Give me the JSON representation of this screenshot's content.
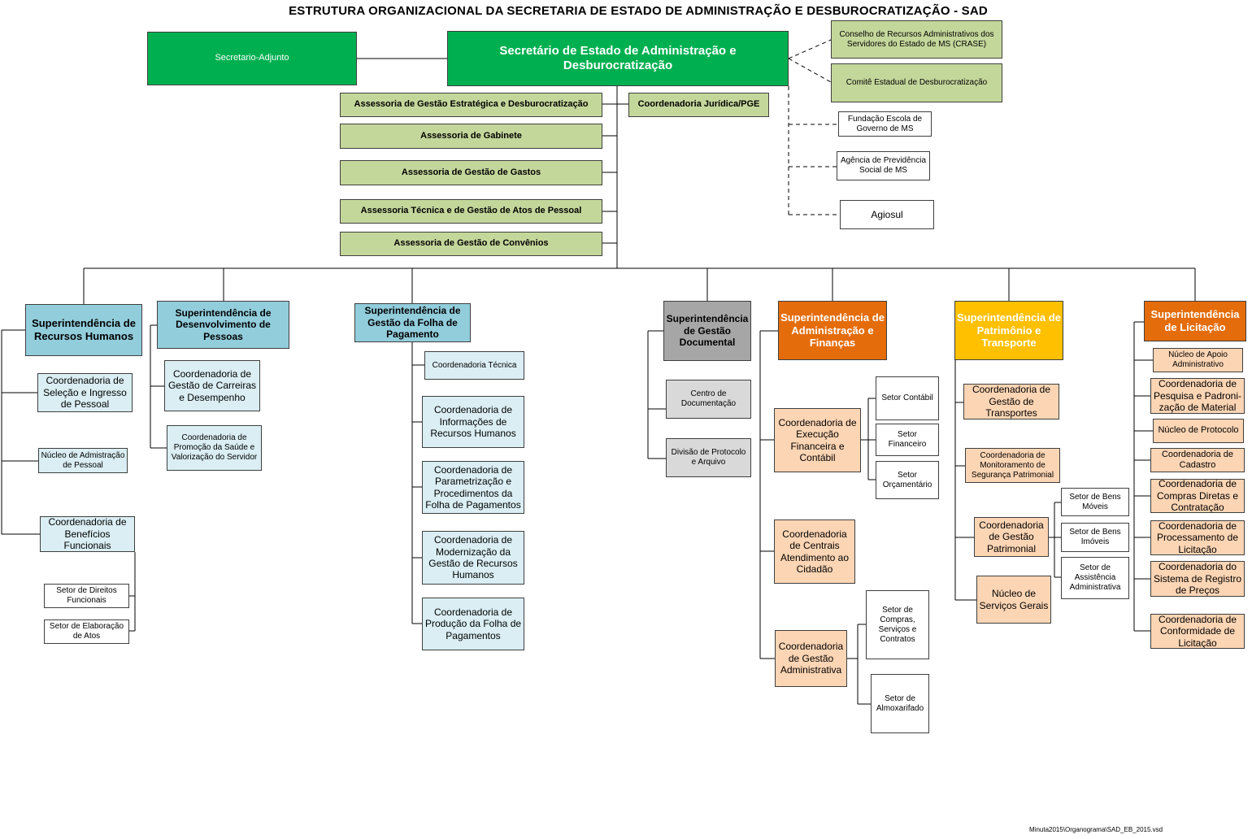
{
  "title": "ESTRUTURA ORGANIZACIONAL DA SECRETARIA DE ESTADO DE ADMINISTRAÇÃO E DESBUROCRATIZAÇÃO - SAD",
  "top": {
    "secretario": "Secretário de Estado de Administração e Desburocratização",
    "adjunto": "Secretario-Adjunto",
    "crase": "Conselho de Recursos Administrativos dos Servidores do Estado de MS (CRASE)",
    "comite": "Comitê Estadual de Desburocratização",
    "fundacao": "Fundação Escola de Governo de MS",
    "agencia": "Agência de Previdência Social de MS",
    "agiosul": "Agiosul"
  },
  "assessorias": [
    "Assessoria de Gestão Estratégica  e Desburocratização",
    "Assessoria de Gabinete",
    "Assessoria de Gestão de Gastos",
    "Assessoria Técnica e de Gestão de Atos de Pessoal",
    "Assessoria de Gestão de Convênios"
  ],
  "juridica": "Coordenadoria Jurídica/PGE",
  "rh": {
    "head": "Superintendência de Recursos Humanos",
    "items": [
      "Coordenadoria de Seleção e Ingresso de Pessoal",
      "Núcleo de Admistração de Pessoal",
      "Coordenadoria de Benefícios Funcionais"
    ],
    "setores": [
      "Setor de Direitos Funcionais",
      "Setor de Elaboração de Atos"
    ]
  },
  "dp": {
    "head": "Superintendência de Desenvolvimento de Pessoas",
    "items": [
      "Coordenadoria de Gestão de Carreiras e Desempenho",
      "Coordenadoria de Promoção da Saúde e Valorização do Servidor"
    ]
  },
  "folha": {
    "head": "Superintendência de Gestão da Folha de Pagamento",
    "items": [
      "Coordenadoria Técnica",
      "Coordenadoria de Informações de Recursos Humanos",
      "Coordenadoria de Parametrização e Procedimentos da Folha de Pagamentos",
      "Coordenadoria de Modernização da Gestão de Recursos Humanos",
      "Coordenadoria de Produção da Folha de Pagamentos"
    ]
  },
  "doc": {
    "head": "Superintendência de Gestão Documental",
    "items": [
      "Centro de Documentação",
      "Divisão de Protocolo e Arquivo"
    ]
  },
  "adm": {
    "head": "Superintendência de Administração e Finanças",
    "items": [
      "Coordenadoria de Execução Financeira e Contábil",
      "Coordenadoria de Centrais Atendimento ao Cidadão",
      "Coordenadoria de Gestão Administrativa"
    ],
    "setores_fin": [
      "Setor Contábil",
      "Setor Financeiro",
      "Setor Orçamentário"
    ],
    "setores_adm": [
      "Setor de Compras, Serviços e Contratos",
      "Setor de Almoxarifado"
    ]
  },
  "pat": {
    "head": "Superintendência de Patrimônio e Transporte",
    "items": [
      "Coordenadoria de Gestão de Transportes",
      "Coordenadoria de Monitoramento de Segurança Patrimonial",
      "Coordenadoria de Gestão Patrimonial",
      "Núcleo de Serviços Gerais"
    ],
    "setores": [
      "Setor de Bens Móveis",
      "Setor de Bens Imóveis",
      "Setor de Assistência Administrativa"
    ]
  },
  "lic": {
    "head": "Superintendência de Licitação",
    "items": [
      "Núcleo de Apoio Administrativo",
      "Coordenadoria de Pesquisa e Padroni-zação de Material",
      "Núcleo de Protocolo",
      "Coordenadoria de Cadastro",
      "Coordenadoria de Compras Diretas e Contratação",
      "Coordenadoria de Processamento de Licitação",
      "Coordenadoria do Sistema de Registro de Preços",
      "Coordenadoria de Conformidade de Licitação"
    ]
  },
  "footer": "Minuta2015\\Organograma\\SAD_EB_2015.vsd",
  "colors": {
    "green": "#00b050",
    "light_green": "#c4d79b",
    "blue": "#92cddc",
    "light_blue": "#daeef3",
    "grey": "#a6a6a6",
    "orange": "#e46c0a",
    "peach": "#fcd5b4",
    "yellow": "#ffc000"
  }
}
